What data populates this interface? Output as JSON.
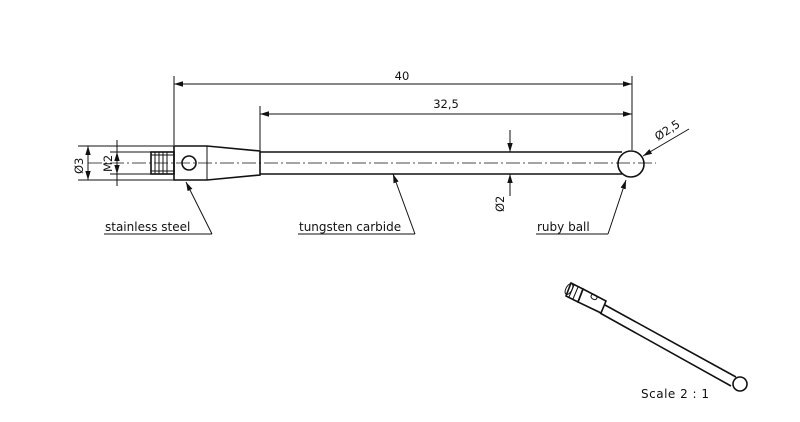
{
  "dimensions": {
    "overall_length": "40",
    "shaft_length": "32,5",
    "ball_diameter": "Ø2,5",
    "collar_diameter": "Ø3",
    "thread": "M2",
    "shaft_diameter": "Ø2"
  },
  "labels": {
    "body_material": "stainless steel",
    "shaft_material": "tungsten carbide",
    "tip_material": "ruby ball"
  },
  "scale": "Scale 2 : 1"
}
